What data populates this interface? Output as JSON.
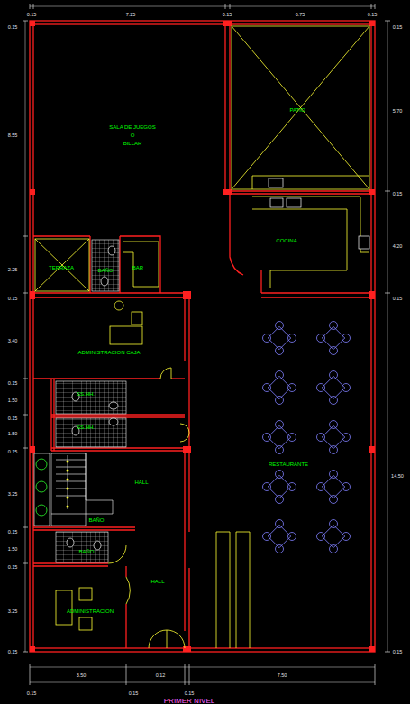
{
  "diagram": {
    "caption": "PRIMER NIVEL",
    "nodes": [
      {
        "text": [
          "SALA DE JUEGOS",
          "O",
          "BILLAR"
        ]
      },
      {
        "text": [
          "PATIO"
        ]
      },
      {
        "text": [
          "COCINA"
        ]
      },
      {
        "text": [
          "TERRAZA"
        ]
      },
      {
        "text": [
          "BAÑO"
        ]
      },
      {
        "text": [
          "BAR"
        ]
      },
      {
        "text": [
          "ADMINISTRACION CAJA"
        ]
      },
      {
        "text": [
          "SS.HH."
        ]
      },
      {
        "text": [
          "SS.HH."
        ]
      },
      {
        "text": [
          "HALL"
        ]
      },
      {
        "text": [
          "BAÑO"
        ]
      },
      {
        "text": [
          "HALL"
        ]
      },
      {
        "text": [
          "ADMINISTRACION"
        ]
      },
      {
        "text": [
          "RESTAURANTE"
        ]
      }
    ],
    "labels": [
      "0.15",
      "7.25",
      "0.15",
      "6.75",
      "0.15",
      "3.50",
      "0.12",
      "7.50",
      "0.15",
      "0.15",
      "0.15",
      "0.15",
      "8.55",
      "2.25",
      "0.15",
      "3.40",
      "0.15",
      "1.50",
      "0.15",
      "1.50",
      "0.15",
      "3.25",
      "0.15",
      "1.50",
      "0.15",
      "3.25",
      "0.15",
      "0.15",
      "5.70",
      "0.15",
      "4.20",
      "0.15",
      "14.50",
      "0.15",
      "BAÑO"
    ]
  }
}
